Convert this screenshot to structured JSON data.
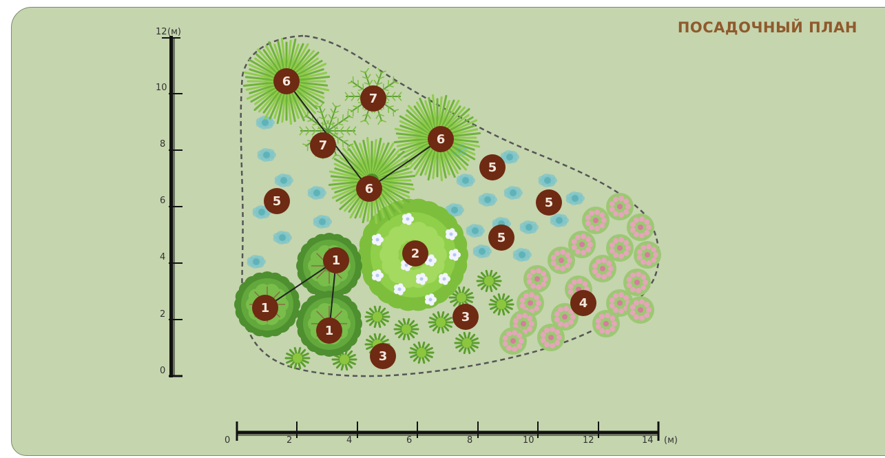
{
  "title": "ПОСАДОЧНЫЙ ПЛАН",
  "vertical_scale": {
    "unit_label": "(м)",
    "ticks": [
      "0",
      "2",
      "4",
      "6",
      "8",
      "10",
      "12"
    ]
  },
  "horizontal_scale": {
    "unit_label": "(м)",
    "ticks": [
      "0",
      "2",
      "4",
      "6",
      "8",
      "10",
      "12",
      "14"
    ]
  },
  "plants": [
    {
      "group": "tree",
      "label": "1"
    },
    {
      "group": "tree",
      "label": "1"
    },
    {
      "group": "tree",
      "label": "1"
    },
    {
      "group": "flowering-shrub",
      "label": "2"
    },
    {
      "group": "grass",
      "label": "3"
    },
    {
      "group": "grass",
      "label": "3"
    },
    {
      "group": "pink-shrub",
      "label": "4"
    },
    {
      "group": "blue-groundcover",
      "label": "5"
    },
    {
      "group": "blue-groundcover",
      "label": "5"
    },
    {
      "group": "blue-groundcover",
      "label": "5"
    },
    {
      "group": "blue-groundcover",
      "label": "5"
    },
    {
      "group": "palm",
      "label": "6"
    },
    {
      "group": "palm",
      "label": "6"
    },
    {
      "group": "palm",
      "label": "6"
    },
    {
      "group": "fern",
      "label": "7"
    },
    {
      "group": "fern",
      "label": "7"
    }
  ],
  "colors": {
    "background": "#c5d5ae",
    "badge": "#6e2a12",
    "title": "#8f5a2c",
    "tree": "#5e9e3a",
    "shrub": "#8cc63f",
    "groundcover": "#7fc4c8",
    "pink_shrub": "#e4a6b8",
    "palm": "#7cbf3a"
  }
}
